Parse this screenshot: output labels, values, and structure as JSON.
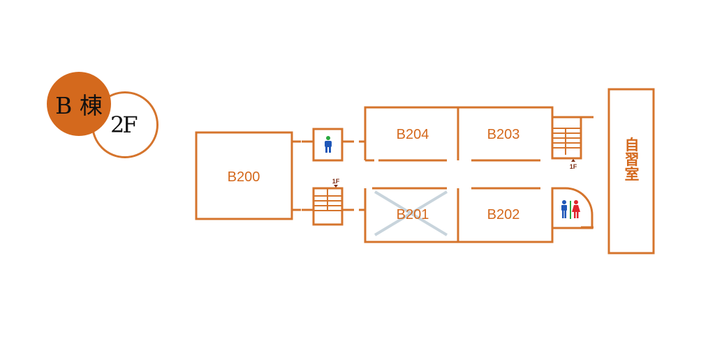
{
  "building": {
    "name": "B 棟",
    "floor": "2F"
  },
  "colors": {
    "wall": "#d5742c",
    "badge": "#d4691d",
    "label": "#d4691d",
    "stair_tag": "#7d2d14",
    "male": "#1f57b8",
    "female": "#e0262c",
    "cross": "#c8d4dc",
    "green": "#29a83f"
  },
  "rooms": {
    "b200": "B200",
    "b201": "B201",
    "b202": "B202",
    "b203": "B203",
    "b204": "B204",
    "study_room": "自習室"
  },
  "stair_tags": {
    "left": "1F",
    "right": "1F"
  },
  "status": {
    "b201": "closed"
  },
  "icons": {
    "elevator": "person-icon",
    "restroom": "restroom-icon"
  }
}
